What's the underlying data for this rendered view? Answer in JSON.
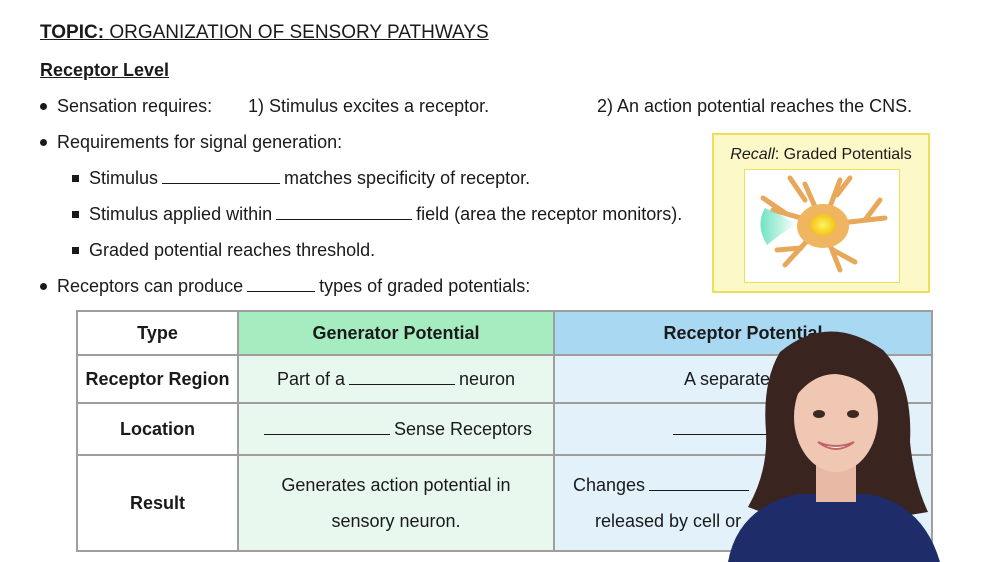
{
  "topic": {
    "prefix": "TOPIC:",
    "title": "ORGANIZATION OF SENSORY PATHWAYS"
  },
  "section": "Receptor Level",
  "bullets": {
    "sensation_lead": "Sensation requires:",
    "sensation_1": "1) Stimulus excites a receptor.",
    "sensation_2": "2) An action potential reaches the CNS.",
    "requirements": "Requirements for signal generation:",
    "sub1_a": "Stimulus",
    "sub1_b": "matches specificity of receptor.",
    "sub2_a": "Stimulus applied within",
    "sub2_b": "field (area the receptor monitors).",
    "sub3": "Graded potential reaches threshold.",
    "receptors_a": "Receptors can produce",
    "receptors_b": "types of graded potentials:"
  },
  "recall": {
    "label": "Recall",
    "text": ": Graded Potentials"
  },
  "table": {
    "headers": [
      "Type",
      "Generator Potential",
      "Receptor Potential"
    ],
    "rows": [
      {
        "label": "Receptor Region",
        "gen_a": "Part of a",
        "gen_b": "neuron",
        "rec": "A separate cell"
      },
      {
        "label": "Location",
        "gen_b": "Sense Receptors",
        "rec": ""
      },
      {
        "label": "Result",
        "gen_1": "Generates action potential in",
        "gen_2": "sensory neuron.",
        "rec_1": "Changes",
        "rec_2": "released by cell or"
      }
    ]
  },
  "colors": {
    "generator_header": "#a6ecc1",
    "receptor_header": "#a8d8f2",
    "recall_bg": "#fdf8c8",
    "recall_border": "#ece056"
  }
}
